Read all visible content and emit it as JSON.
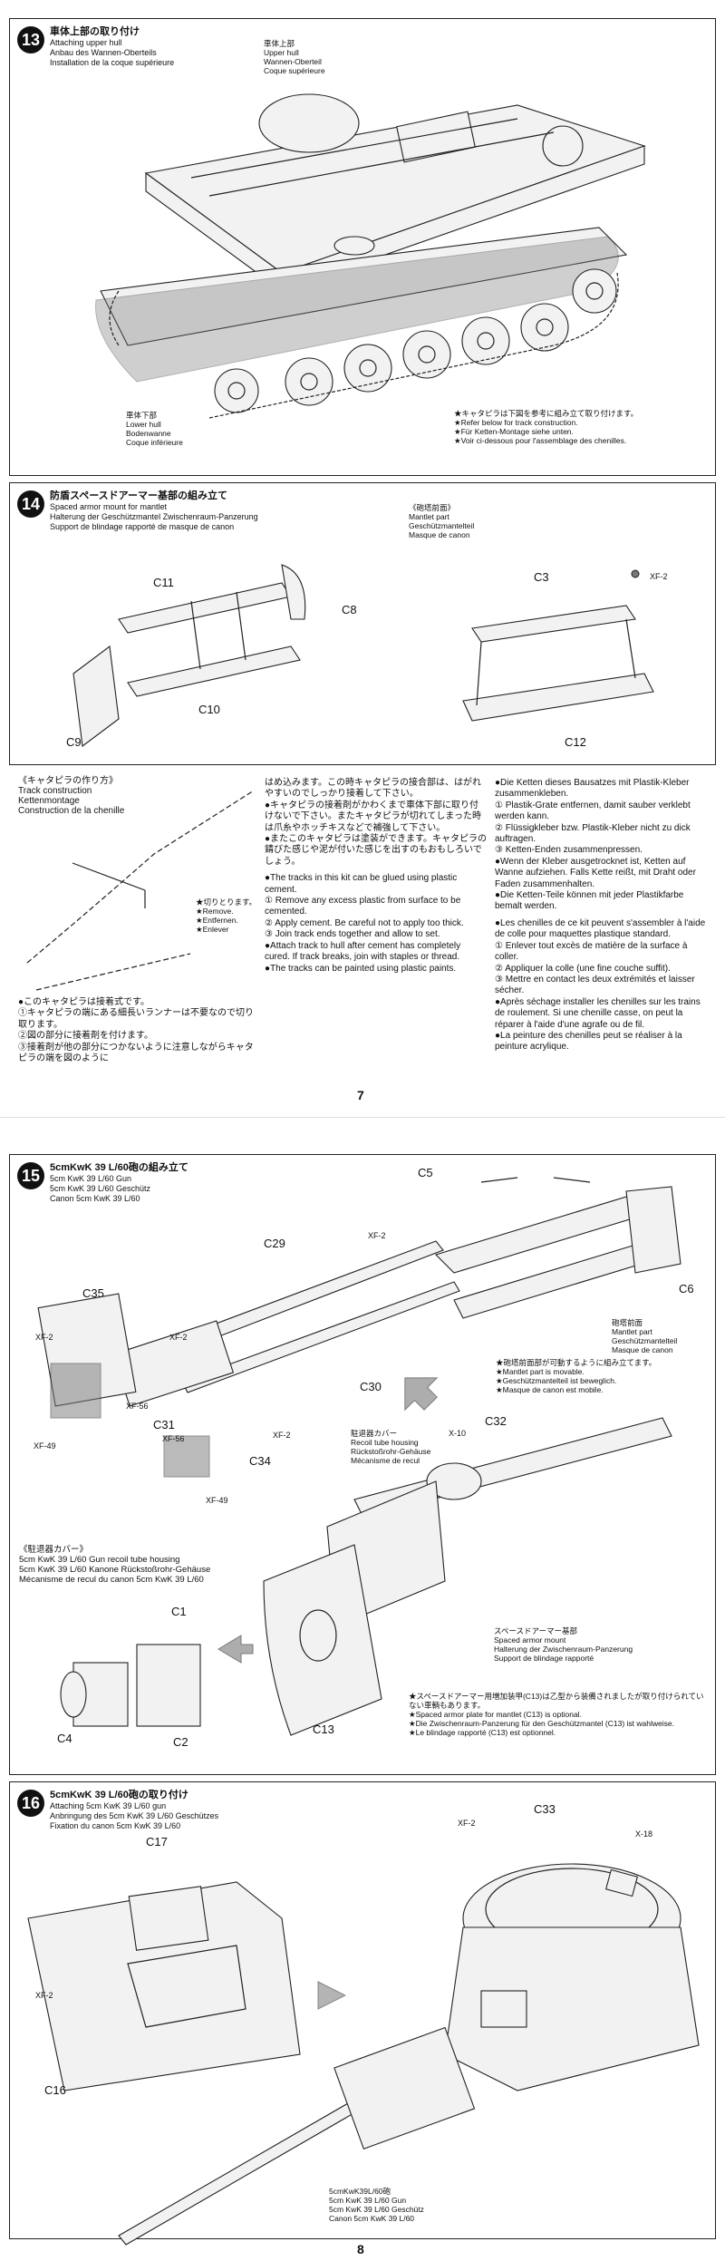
{
  "page7": {
    "number": "7",
    "step13": {
      "num": "13",
      "jp": "車体上部の取り付け",
      "en": "Attaching upper hull",
      "de": "Anbau des Wannen-Oberteils",
      "fr": "Installation de la coque supérieure",
      "upper_label": [
        "車体上部",
        "Upper hull",
        "Wannen-Oberteil",
        "Coque supérieure"
      ],
      "lower_label": [
        "車体下部",
        "Lower hull",
        "Bodenwanne",
        "Coque inférieure"
      ],
      "note": [
        "★キャタピラは下図を参考に組み立て取り付けます。",
        "★Refer below for track construction.",
        "★Für Ketten-Montage siehe unten.",
        "★Voir ci-dessous pour l'assemblage des chenilles."
      ]
    },
    "step14": {
      "num": "14",
      "jp": "防盾スペースドアーマー基部の組み立て",
      "en": "Spaced armor mount for mantlet",
      "de": "Halterung der Geschützmantel Zwischenraum-Panzerung",
      "fr": "Support de blindage rapporté de masque de canon",
      "mantlet_label": [
        "《砲塔前面》",
        "Mantlet part",
        "Geschützmantelteil",
        "Masque de canon"
      ],
      "parts": {
        "c11": "C11",
        "c8": "C8",
        "c10": "C10",
        "c9": "C9",
        "c3": "C3",
        "c12": "C12",
        "xf2": "XF-2"
      }
    },
    "track": {
      "title": [
        "《キャタピラの作り方》",
        "Track construction",
        "Kettenmontage",
        "Construction de la chenille"
      ],
      "cut_label": [
        "★切りとります。",
        "★Remove.",
        "★Entfernen.",
        "★Enlever"
      ],
      "jp_left": [
        "●このキャタピラは接着式です。",
        "①キャタピラの端にある細長いランナーは不要なので切り取ります。",
        "②図の部分に接着剤を付けます。",
        "③接着剤が他の部分につかないように注意しながらキャタピラの端を図のように"
      ],
      "jp_mid": [
        "はめ込みます。この時キャタピラの接合部は、はがれやすいのでしっかり接着して下さい。",
        "●キャタピラの接着剤がかわくまで車体下部に取り付けないで下さい。またキャタピラが切れてしまった時は爪糸やホッチキスなどで補強して下さい。",
        "●またこのキャタピラは塗装ができます。キャタピラの錆びた感じや泥が付いた感じを出すのもおもしろいでしょう。"
      ],
      "en": [
        "●The tracks in this kit can be glued using plastic cement.",
        "① Remove any excess plastic from surface to be cemented.",
        "② Apply cement. Be careful not to apply too thick.",
        "③ Join track ends together and allow to set.",
        "●Attach track to hull after cement has completely cured. If track breaks, join with staples or thread.",
        "●The tracks can be painted using plastic paints."
      ],
      "de": [
        "●Die Ketten dieses Bausatzes mit Plastik-Kleber zusammenkleben.",
        "① Plastik-Grate entfernen, damit sauber verklebt werden kann.",
        "② Flüssigkleber bzw. Plastik-Kleber nicht zu dick auftragen.",
        "③ Ketten-Enden zusammenpressen.",
        "●Wenn der Kleber ausgetrocknet ist, Ketten auf Wanne aufziehen. Falls Kette reißt, mit Draht oder Faden zusammenhalten.",
        "●Die Ketten-Teile können mit jeder Plastikfarbe bemalt werden."
      ],
      "fr": [
        "●Les chenilles de ce kit peuvent s'assembler à l'aide de colle pour maquettes plastique standard.",
        "① Enlever tout excès de matière de la surface à coller.",
        "② Appliquer la colle (une fine couche suffit).",
        "③ Mettre en contact les deux extrémités et laisser sécher.",
        "●Après séchage installer les chenilles sur les trains de roulement. Si une chenille casse, on peut la réparer à l'aide d'une agrafe ou de fil.",
        "●La peinture des chenilles peut se réaliser à la peinture acrylique."
      ]
    }
  },
  "page8": {
    "number": "8",
    "step15": {
      "num": "15",
      "jp": "5cmKwK 39 L/60砲の組み立て",
      "en": "5cm KwK 39 L/60 Gun",
      "de": "5cm KwK 39 L/60 Geschütz",
      "fr": "Canon 5cm KwK 39 L/60",
      "mantlet_label": [
        "砲塔前面",
        "Mantlet part",
        "Geschützmantelteil",
        "Masque de canon"
      ],
      "movable_note": [
        "★砲塔前面部が可動するように組み立てます。",
        "★Mantlet part is movable.",
        "★Geschützmantelteil ist beweglich.",
        "★Masque de canon est mobile."
      ],
      "recoil_label": [
        "駐退器カバー",
        "Recoil tube housing",
        "Rückstoßrohr-Gehäuse",
        "Mécanisme de recul"
      ],
      "recoil_title": [
        "《駐退器カバー》",
        "5cm KwK 39 L/60 Gun recoil tube housing",
        "5cm KwK 39 L/60 Kanone Rückstoßrohr-Gehäuse",
        "Mécanisme de recul du canon 5cm KwK 39 L/60"
      ],
      "spaced_label": [
        "スペースドアーマー基部",
        "Spaced armor mount",
        "Halterung der Zwischenraum-Panzerung",
        "Support de blindage rapporté"
      ],
      "option_note": [
        "★スペースドアーマー用増加装甲(C13)は乙型から装備されましたが取り付けられていない車輌もあります。",
        "★Spaced armor plate for mantlet (C13) is optional.",
        "★Die Zwischenraum-Panzerung für den Geschützmantel (C13) ist wahlweise.",
        "★Le blindage rapporté (C13) est optionnel."
      ],
      "parts": {
        "c5": "C5",
        "c6": "C6",
        "c29": "C29",
        "c35": "C35",
        "c30": "C30",
        "c31": "C31",
        "c34": "C34",
        "c32": "C32",
        "c1": "C1",
        "c2": "C2",
        "c4": "C4",
        "c13": "C13",
        "xf2": "XF-2",
        "xf56": "XF-56",
        "xf49": "XF-49",
        "x10": "X-10"
      }
    },
    "step16": {
      "num": "16",
      "jp": "5cmKwK 39 L/60砲の取り付け",
      "en": "Attaching 5cm KwK 39 L/60 gun",
      "de": "Anbringung des 5cm KwK 39 L/60 Geschützes",
      "fr": "Fixation du canon 5cm KwK 39 L/60",
      "parts": {
        "c17": "C17",
        "c16": "C16",
        "c33": "C33",
        "xf2": "XF-2",
        "x18": "X-18"
      },
      "gun_label": [
        "5cmKwK39L/60砲",
        "5cm KwK 39 L/60 Gun",
        "5cm KwK 39 L/60 Geschütz",
        "Canon 5cm KwK 39 L/60"
      ]
    }
  }
}
